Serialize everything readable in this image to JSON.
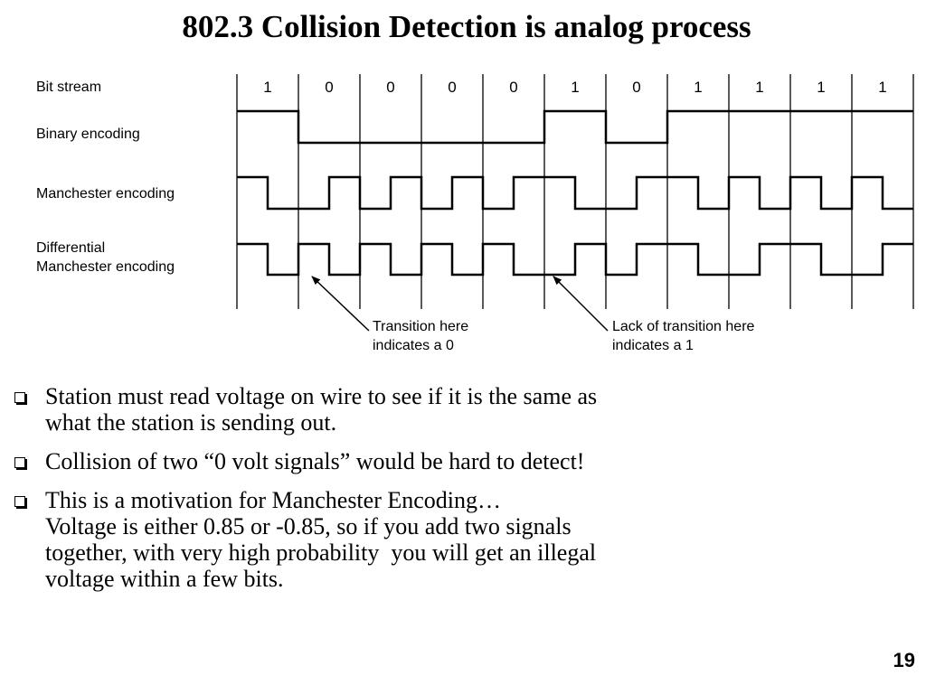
{
  "slide": {
    "title": "802.3 Collision Detection is analog process",
    "page_number": "19"
  },
  "diagram": {
    "bit_stream": [
      1,
      0,
      0,
      0,
      0,
      1,
      0,
      1,
      1,
      1,
      1
    ],
    "bit_stream_labels": [
      "1",
      "0",
      "0",
      "0",
      "0",
      "1",
      "0",
      "1",
      "1",
      "1",
      "1"
    ],
    "rows": {
      "bit_stream": "Bit stream",
      "binary": "Binary encoding",
      "manchester": "Manchester encoding",
      "diff_line1": "Differential",
      "diff_line2": "Manchester encoding"
    },
    "annotations": {
      "transition_line1": "Transition here",
      "transition_line2": "indicates a 0",
      "lack_line1": "Lack of transition here",
      "lack_line2": "indicates a 1"
    }
  },
  "bullets": [
    {
      "lines": [
        "Station must read voltage on wire to see if it is the same as",
        "what the station is sending out."
      ]
    },
    {
      "lines": [
        "Collision of two “0 volt signals” would be hard to detect!"
      ]
    },
    {
      "lines": [
        "This is a motivation for Manchester Encoding…",
        "Voltage is either 0.85 or -0.85, so if you add two signals",
        "together, with very high probability  you will get an illegal",
        "voltage within a few bits."
      ]
    }
  ]
}
